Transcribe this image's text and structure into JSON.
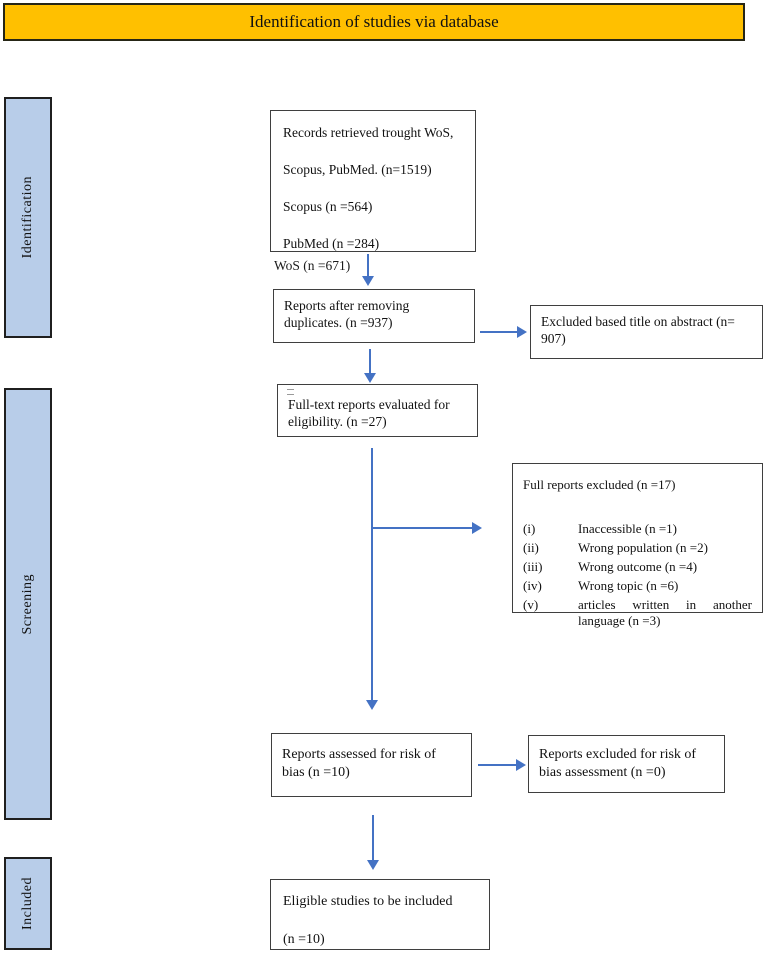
{
  "title": "Identification of studies via database",
  "colors": {
    "banner_bg": "#FFC000",
    "banner_border": "#262616",
    "stage_bg": "#B8CDE9",
    "arrow": "#4472C4",
    "box_border": "#3F3F3F"
  },
  "sidebar": {
    "stages": [
      {
        "label": "Identification"
      },
      {
        "label": "Screening"
      },
      {
        "label": "Included"
      }
    ]
  },
  "flow": {
    "records_box": {
      "lines": [
        "Records retrieved trought WoS,",
        "Scopus, PubMed. (n=1519)",
        "Scopus (n =564)",
        "PubMed (n =284)"
      ]
    },
    "wos_note": "WoS (n =671)",
    "duplicates_box": "Reports after removing duplicates. (n =937)",
    "excluded_abstract_box": "Excluded based title on abstract (n= 907)",
    "fulltext_box": "Full-text reports evaluated for eligibility. (n =27)",
    "full_reports_excluded_box": {
      "heading": "Full reports excluded (n =17)",
      "items": [
        {
          "numeral": "(i)",
          "text": "Inaccessible (n =1)"
        },
        {
          "numeral": "(ii)",
          "text": "Wrong population (n =2)"
        },
        {
          "numeral": "(iii)",
          "text": "Wrong outcome (n =4)"
        },
        {
          "numeral": "(iv)",
          "text": "Wrong topic (n =6)"
        },
        {
          "numeral": "(v)",
          "text": "articles written in another language (n =3)"
        }
      ]
    },
    "risk_bias_box": "Reports assessed for risk of bias (n =10)",
    "excluded_bias_box": "Reports excluded for risk of bias assessment (n =0)",
    "eligible_box": {
      "lines": [
        "Eligible studies to be included",
        "(n =10)"
      ]
    }
  }
}
